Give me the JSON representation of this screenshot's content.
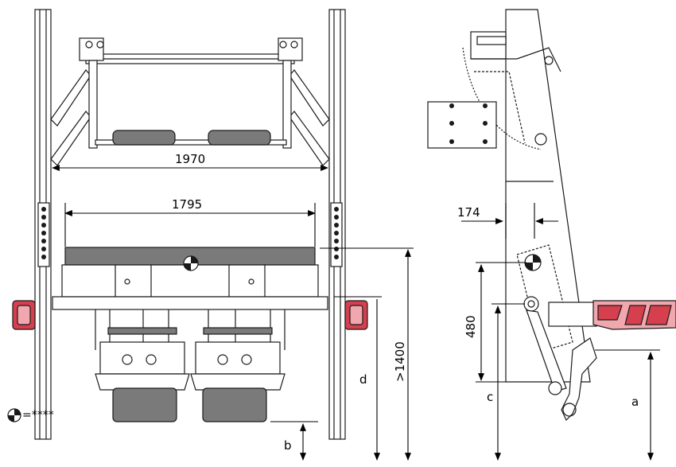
{
  "front_view": {
    "dimensions": {
      "outer_width": "1970",
      "inner_width": "1795",
      "height_min": ">1400",
      "label_d": "d",
      "label_b": "b"
    }
  },
  "side_view": {
    "dimensions": {
      "offset": "174",
      "height": "480",
      "label_c": "c",
      "label_a": "a"
    }
  },
  "legend": {
    "cog_symbol": "center-of-gravity-icon",
    "cog_value": "=****"
  },
  "colors": {
    "outline": "#1a1a1a",
    "roller_gray": "#7a7a7a",
    "light_red": "#f0a8ae",
    "dark_red": "#d6404e"
  }
}
